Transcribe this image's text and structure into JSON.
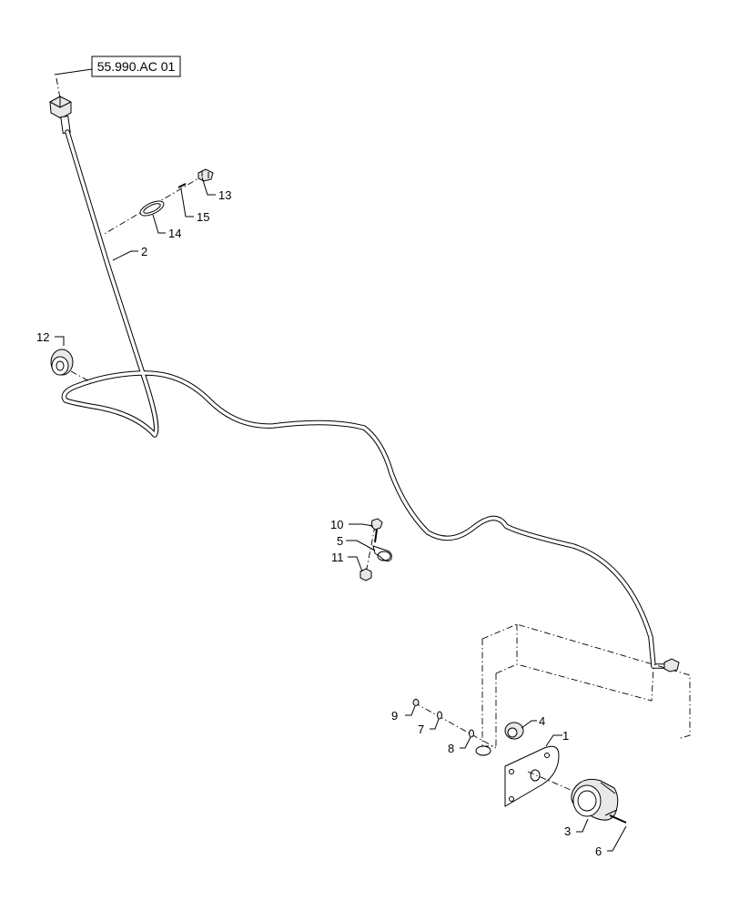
{
  "reference_label": "55.990.AC 01",
  "callouts": {
    "c1": "1",
    "c2": "2",
    "c3": "3",
    "c4": "4",
    "c5": "5",
    "c6": "6",
    "c7": "7",
    "c8": "8",
    "c9": "9",
    "c10": "10",
    "c11": "11",
    "c12": "12",
    "c13": "13",
    "c14": "14",
    "c15": "15"
  }
}
